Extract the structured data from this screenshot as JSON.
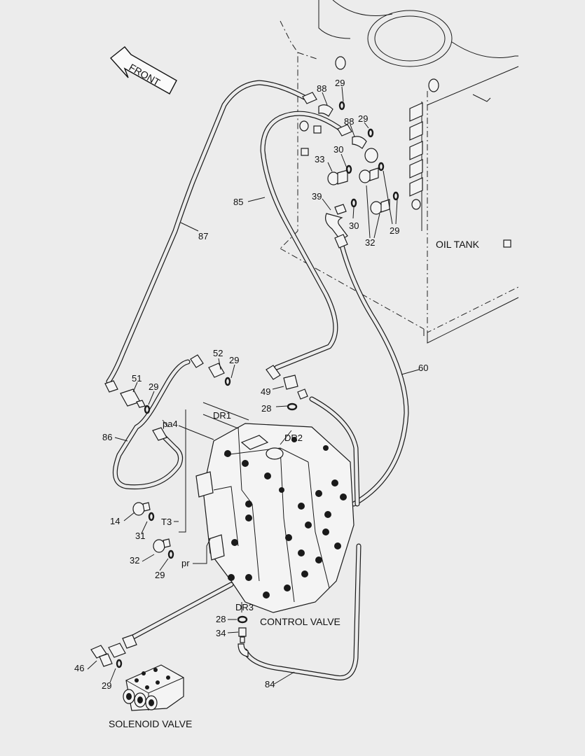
{
  "direction_arrow": {
    "text": "FRONT"
  },
  "components": {
    "oil_tank": "OIL TANK",
    "control_valve": "CONTROL VALVE",
    "solenoid_valve": "SOLENOID VALVE"
  },
  "ports": {
    "pa4": "pa4",
    "dr1": "DR1",
    "dr2": "DR2",
    "dr3": "DR3",
    "t3": "T3",
    "pr": "pr"
  },
  "callouts": {
    "c88a": "88",
    "c29a": "29",
    "c88b": "88",
    "c29b": "29",
    "c30a": "30",
    "c33": "33",
    "c39": "39",
    "c30b": "30",
    "c32a": "32",
    "c29c": "29",
    "c85": "85",
    "c87": "87",
    "c52": "52",
    "c29d": "29",
    "c51": "51",
    "c29e": "29",
    "c49": "49",
    "c28a": "28",
    "c60": "60",
    "c86": "86",
    "c14": "14",
    "c31": "31",
    "c32b": "32",
    "c29f": "29",
    "c28b": "28",
    "c34": "34",
    "c46": "46",
    "c29g": "29",
    "c84": "84"
  }
}
